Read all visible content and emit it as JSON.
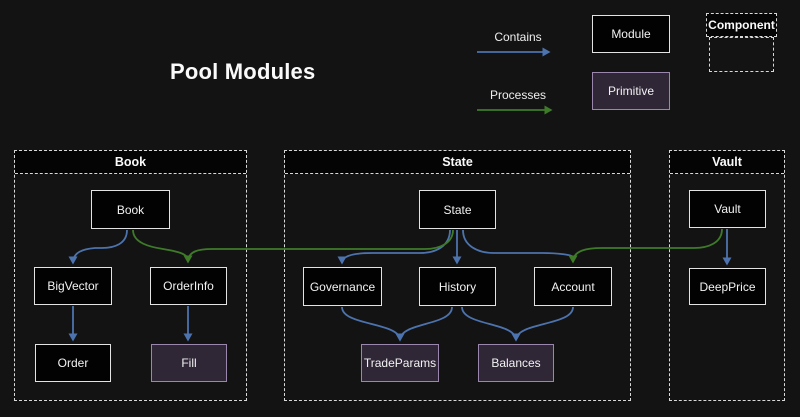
{
  "title": "Pool Modules",
  "legend": {
    "contains": "Contains",
    "processes": "Processes",
    "module": "Module",
    "primitive": "Primitive",
    "component": "Component"
  },
  "containers": {
    "book": "Book",
    "state": "State",
    "vault": "Vault"
  },
  "nodes": {
    "book": "Book",
    "bigvector": "BigVector",
    "orderinfo": "OrderInfo",
    "order": "Order",
    "fill": "Fill",
    "state": "State",
    "governance": "Governance",
    "history": "History",
    "account": "Account",
    "tradeparams": "TradeParams",
    "balances": "Balances",
    "vault": "Vault",
    "deepprice": "DeepPrice"
  },
  "colors": {
    "background": "#131313",
    "contains_edge": "#4d73ae",
    "processes_edge": "#3e7b29",
    "module_fill": "#020202",
    "module_border": "#e3e3e3",
    "primitive_fill": "#2f2636",
    "primitive_border": "#9b86ad"
  },
  "edges": [
    {
      "from": "Book",
      "to": "BigVector",
      "type": "contains"
    },
    {
      "from": "BigVector",
      "to": "Order",
      "type": "contains"
    },
    {
      "from": "OrderInfo",
      "to": "Fill",
      "type": "contains"
    },
    {
      "from": "State",
      "to": "Governance",
      "type": "contains"
    },
    {
      "from": "State",
      "to": "History",
      "type": "contains"
    },
    {
      "from": "State",
      "to": "Account",
      "type": "contains"
    },
    {
      "from": "Governance",
      "to": "TradeParams",
      "type": "contains"
    },
    {
      "from": "History",
      "to": "TradeParams",
      "type": "contains"
    },
    {
      "from": "History",
      "to": "Balances",
      "type": "contains"
    },
    {
      "from": "Account",
      "to": "Balances",
      "type": "contains"
    },
    {
      "from": "Vault",
      "to": "DeepPrice",
      "type": "contains"
    },
    {
      "from": "Book",
      "to": "OrderInfo",
      "type": "processes"
    },
    {
      "from": "State",
      "to": "OrderInfo",
      "type": "processes"
    },
    {
      "from": "Vault",
      "to": "Account",
      "type": "processes"
    }
  ]
}
